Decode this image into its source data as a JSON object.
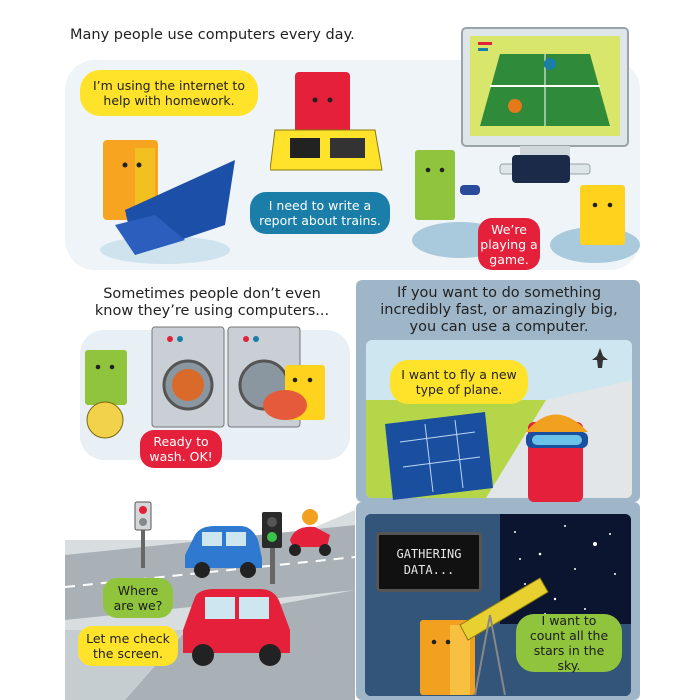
{
  "top": {
    "caption": "Many people use computers every day.",
    "bubbles": {
      "homework": "I’m using the internet to help with homework.",
      "report": "I need to write a report about trains.",
      "game": "We’re playing a game."
    }
  },
  "middle": {
    "caption_left": "Sometimes people don’t even know they’re using computers...",
    "caption_right": "If you want to do something incredibly fast, or amazingly big, you can use a computer.",
    "bubbles": {
      "wash": "Ready to wash. OK!",
      "plane": "I want to fly a new type of plane."
    }
  },
  "bottom": {
    "bubbles": {
      "where": "Where are we?",
      "check": "Let me check the screen.",
      "stars": "I want to count all the stars in the sky."
    },
    "screen_text": "GATHERING DATA..."
  },
  "colors": {
    "yellow": "#ffe32a",
    "blue": "#1a7ea8",
    "red": "#e4203a",
    "green": "#8fc43c",
    "panel_blue": "#9fb6c8",
    "dark_navy": "#0b1530"
  },
  "icons": [
    "laptop-icon",
    "tablet-icon",
    "tv-icon",
    "game-console-icon",
    "washing-machine-icon",
    "traffic-light-icon",
    "car-icon",
    "scooter-icon",
    "telescope-icon",
    "airplane-icon",
    "blueprint-icon"
  ]
}
